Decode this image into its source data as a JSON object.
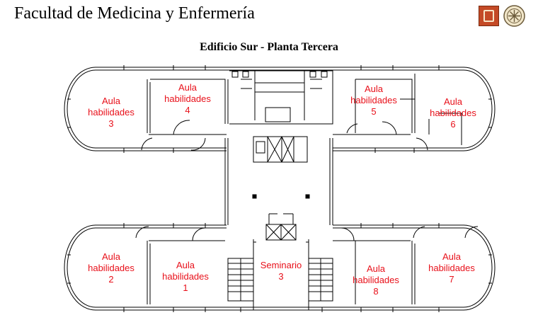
{
  "header": {
    "faculty_title": "Facultad de Medicina y Enfermería",
    "plan_title": "Edificio Sur - Planta Tercera"
  },
  "colors": {
    "wall": "#000000",
    "label": "#e8101a",
    "logo_primary": "#c44a26"
  },
  "logos": [
    "university-crest-icon",
    "faculty-seal-icon"
  ],
  "rooms": [
    {
      "id": "aula-3",
      "label": "Aula\nhabilidades\n3"
    },
    {
      "id": "aula-4",
      "label": "Aula\nhabilidades\n4"
    },
    {
      "id": "aula-5",
      "label": "Aula\nhabilidades\n5"
    },
    {
      "id": "aula-6",
      "label": "Aula\nhabilidades\n6"
    },
    {
      "id": "aula-2",
      "label": "Aula\nhabilidades\n2"
    },
    {
      "id": "aula-1",
      "label": "Aula\nhabilidades\n1"
    },
    {
      "id": "seminario-3",
      "label": "Seminario\n3"
    },
    {
      "id": "aula-8",
      "label": "Aula\nhabilidades\n8"
    },
    {
      "id": "aula-7",
      "label": "Aula\nhabilidades\n7"
    }
  ]
}
